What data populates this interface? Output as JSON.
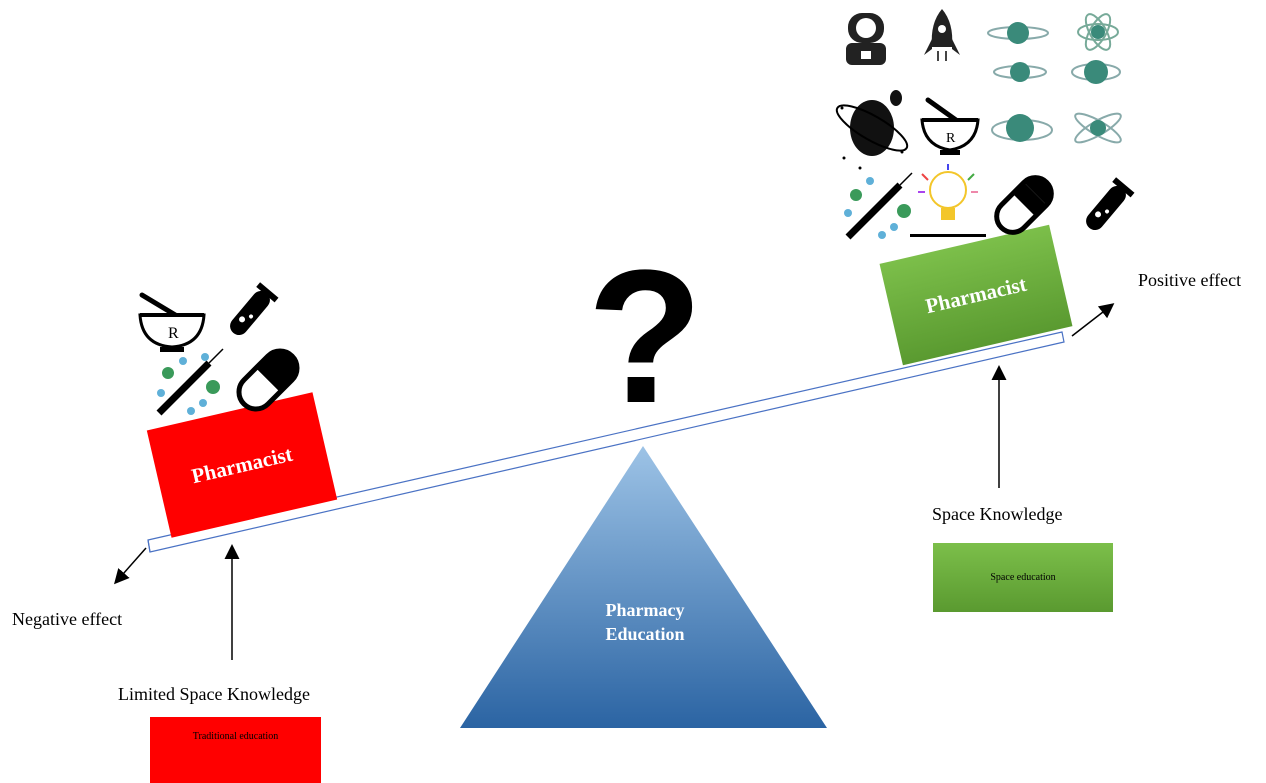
{
  "center": {
    "fulcrum_label_line1": "Pharmacy",
    "fulcrum_label_line2": "Education",
    "question_mark": "?"
  },
  "left": {
    "box_label": "Pharmacist",
    "effect_label": "Negative effect",
    "knowledge_label": "Limited Space Knowledge",
    "education_box_label": "Traditional education",
    "icons": [
      "mortar-pestle-icon",
      "test-tube-icon",
      "syringe-pills-icon",
      "capsule-icon"
    ],
    "box_color": "#ff0000"
  },
  "right": {
    "box_label": "Pharmacist",
    "effect_label": "Positive effect",
    "knowledge_label": "Space Knowledge",
    "education_box_label": "Space education",
    "icons": [
      "astronaut-icon",
      "rocket-icon",
      "planet-icon",
      "atom-icon",
      "planet-icon",
      "planet-icon",
      "planet-dark-icon",
      "mortar-pestle-icon",
      "planet-icon",
      "satellite-icon",
      "syringe-pills-icon",
      "lightbulb-icon",
      "capsule-icon",
      "test-tube-icon"
    ],
    "box_color": "#6aaa3a"
  },
  "colors": {
    "beam": "#4a72c4",
    "fulcrum_top": "#9dc3e6",
    "fulcrum_bottom": "#2e6aa8"
  }
}
